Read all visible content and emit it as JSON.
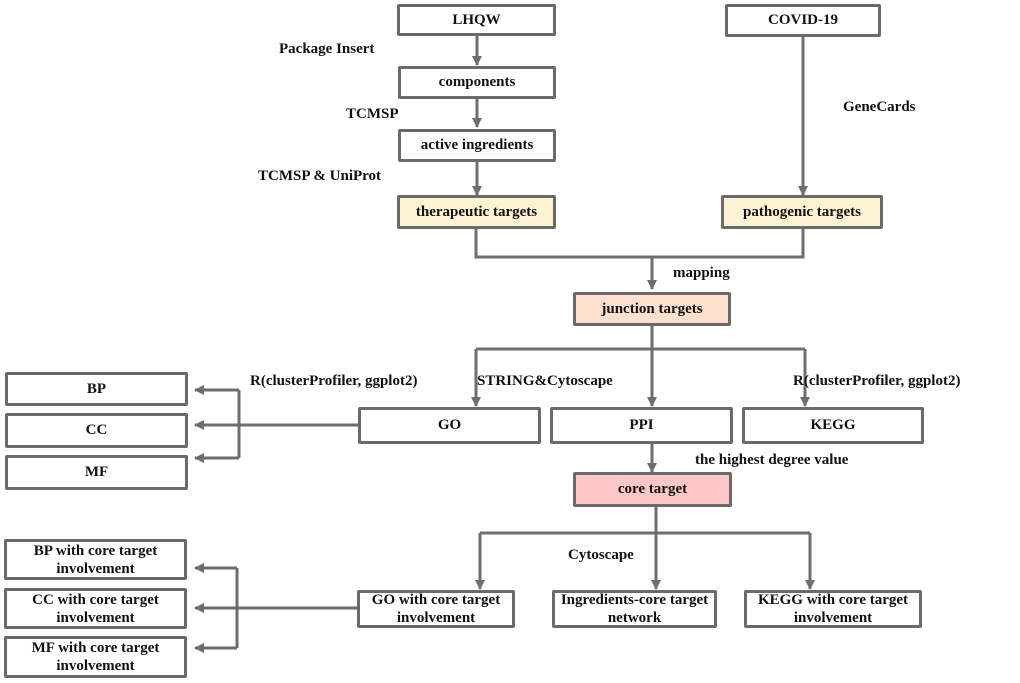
{
  "colors": {
    "border": "#6a6a6a",
    "line": "#6e6e6e",
    "therapeutic_fill": "#fdf2d2",
    "junction_fill": "#fde0ce",
    "core_fill": "#fdc7c7"
  },
  "nodes": {
    "lhqw": "LHQW",
    "covid": "COVID-19",
    "components": "components",
    "active_ingredients": "active ingredients",
    "therapeutic_targets": "therapeutic targets",
    "pathogenic_targets": "pathogenic targets",
    "junction_targets": "junction targets",
    "go": "GO",
    "ppi": "PPI",
    "kegg": "KEGG",
    "bp": "BP",
    "cc": "CC",
    "mf": "MF",
    "core_target": "core target",
    "go_core": [
      "GO with core target",
      "involvement"
    ],
    "ingredients_core": [
      "Ingredients-core target",
      "network"
    ],
    "kegg_core": [
      "KEGG with core target",
      "involvement"
    ],
    "bp_core": [
      "BP with core target",
      "involvement"
    ],
    "cc_core": [
      "CC with core target",
      "involvement"
    ],
    "mf_core": [
      "MF with core target",
      "involvement"
    ]
  },
  "edge_labels": {
    "package_insert": "Package Insert",
    "tcmsp": "TCMSP",
    "tcmsp_uniprot": "TCMSP & UniProt",
    "genecards": "GeneCards",
    "mapping": "mapping",
    "r_go": "R(clusterProfiler, ggplot2)",
    "string_cytoscape": "STRING&Cytoscape",
    "r_kegg": "R(clusterProfiler,  ggplot2)",
    "highest_degree": "the highest degree value",
    "cytoscape": "Cytoscape"
  }
}
